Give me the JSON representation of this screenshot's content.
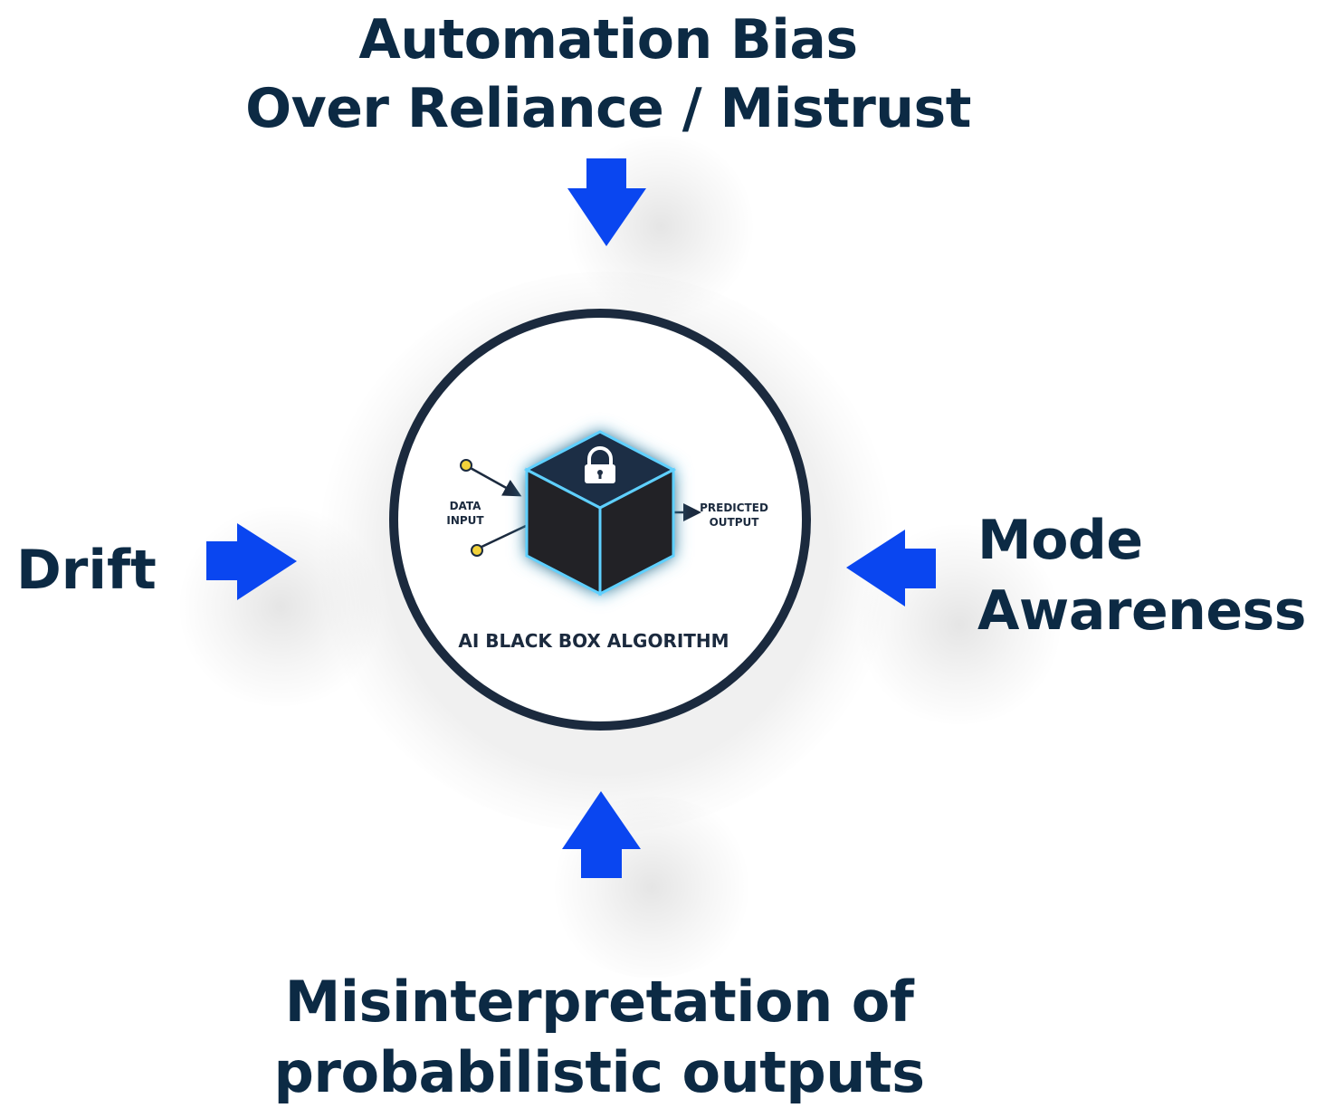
{
  "labels": {
    "top_line1": "Automation Bias",
    "top_line2": "Over Reliance / Mistrust",
    "left": "Drift",
    "right_line1": "Mode",
    "right_line2": "Awareness",
    "bottom_line1": "Misinterpretation of",
    "bottom_line2": "probabilistic outputs"
  },
  "center": {
    "data_input_line1": "DATA",
    "data_input_line2": "INPUT",
    "predicted_output_line1": "PREDICTED",
    "predicted_output_line2": "OUTPUT",
    "caption": "AI BLACK BOX ALGORITHM"
  },
  "icons": {
    "cube": "black-box-cube-icon",
    "lock": "lock-icon",
    "arrows": "arrow-icon"
  },
  "colors": {
    "arrow": "#0a46f0",
    "text": "#0c2a44",
    "ring": "#1b2a3e",
    "cube_glow": "#4fc3ff",
    "input_dot": "#f2d23a"
  }
}
